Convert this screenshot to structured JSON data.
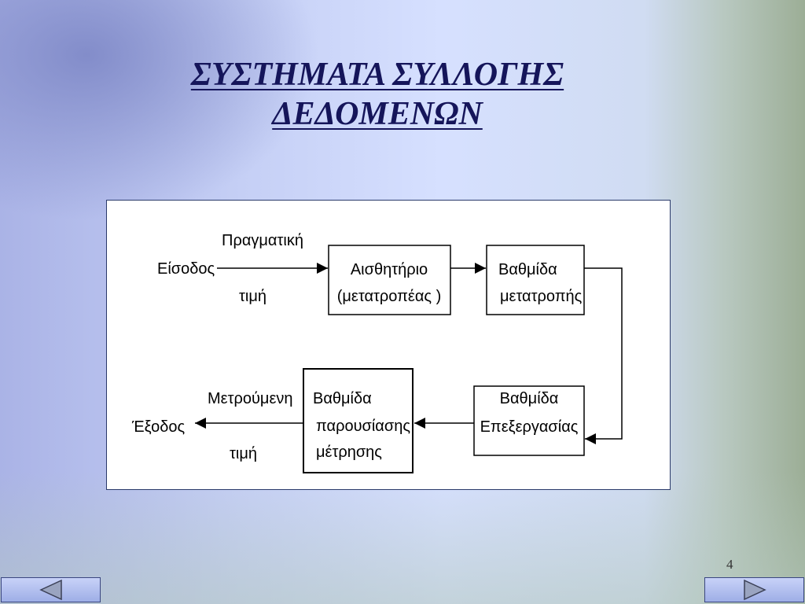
{
  "slide": {
    "title_line1": "ΣΥΣΤΗΜΑΤΑ ΣΥΛΛΟΓΗΣ",
    "title_line2": "ΔΕΔΟΜΕΝΩΝ",
    "page_number": "4"
  },
  "diagram": {
    "input_label": "Είσοδος",
    "input_value_line1": "Πραγματική",
    "input_value_line2": "τιμή",
    "sensor_line1": "Αισθητήριο",
    "sensor_line2": "(μετατροπέας )",
    "conversion_line1": "Βαθμίδα",
    "conversion_line2": "μετατροπής",
    "processing_line1": "Βαθμίδα",
    "processing_line2": "Επεξεργασίας",
    "display_line1": "Βαθμίδα",
    "display_line2": "παρουσίασης",
    "display_line3": "μέτρησης",
    "output_value_line1": "Μετρούμενη",
    "output_value_line2": "τιμή",
    "output_label": "Έξοδος"
  },
  "navigation": {
    "prev_icon": "triangle-left-icon",
    "next_icon": "triangle-right-icon"
  }
}
